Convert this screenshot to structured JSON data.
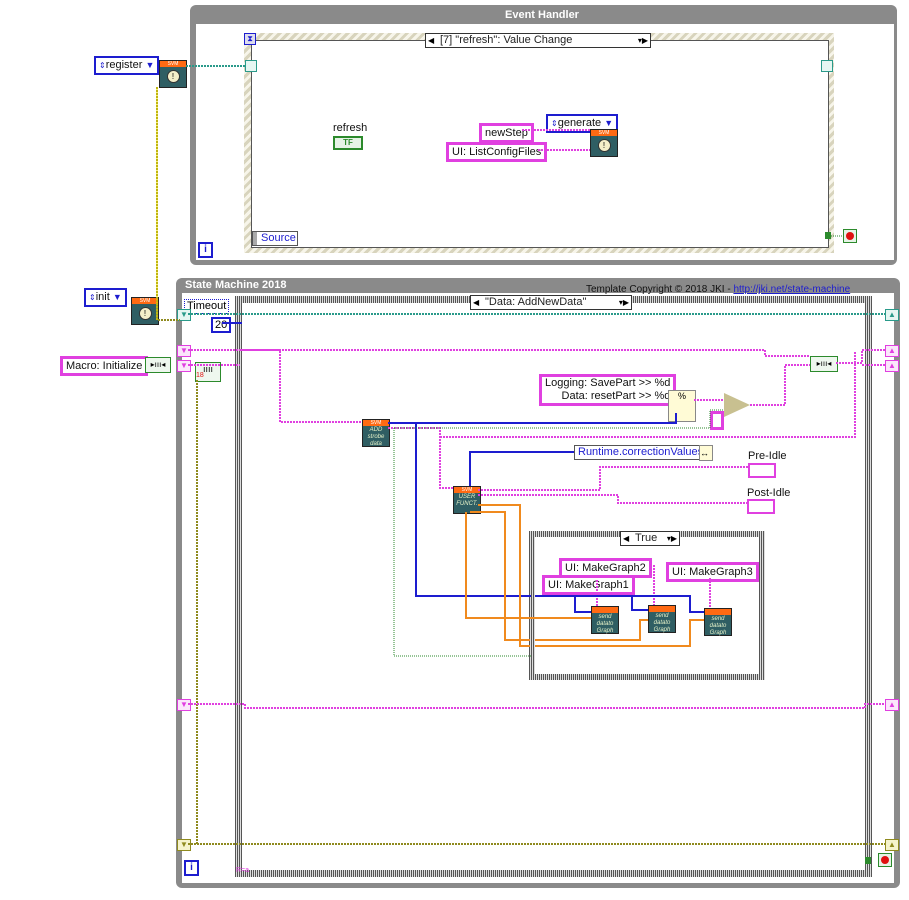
{
  "event_handler": {
    "title": "Event Handler",
    "case_selector": "[7] \"refresh\": Value Change",
    "event_data_node": "Source",
    "refresh_label": "refresh",
    "refresh_terminal": "TF",
    "register_ring": "register",
    "generate_ring": "generate",
    "new_step_const": "newStep",
    "list_config_const": "UI: ListConfigFiles",
    "iteration_terminal": "i"
  },
  "state_machine": {
    "title": "State Machine 2018",
    "copyright_text": "Template Copyright © 2018 JKI - ",
    "copyright_link": "http://jki.net/state-machine",
    "case_selector": "\"Data: AddNewData\"",
    "timeout_label": "Timeout",
    "timeout_value": "20",
    "init_ring": "init",
    "macro_const": "Macro: Initialize",
    "add_block_label": [
      "ADD",
      "strobe",
      "data"
    ],
    "user_funct_label": [
      "USER",
      "FUNCT."
    ],
    "format_const_lines": [
      "Logging: SavePart >> %d",
      "Data: resetPart >> %d"
    ],
    "runtime_node": "Runtime.correctionValues",
    "pre_idle_label": "Pre-Idle",
    "post_idle_label": "Post-Idle",
    "inner_case_selector": "True",
    "make_graph_consts": [
      "UI: MakeGraph1",
      "UI: MakeGraph2",
      "UI: MakeGraph3"
    ],
    "send_block_label": [
      "send",
      "datato",
      "Graph"
    ],
    "iteration_terminal": "i",
    "count_label": "18",
    "loop_count_label": "R=a"
  },
  "svm_badge": "SVM",
  "colors": {
    "frame_gray": "#8a8a8a",
    "string_wire": "#e040e0",
    "cluster_wire": "#8f8a1e",
    "event_wire": "#2a9a8a",
    "numeric_blue": "#1d1dcf",
    "orange_wire": "#f08a1e",
    "bool_green": "#2c8a2c"
  }
}
